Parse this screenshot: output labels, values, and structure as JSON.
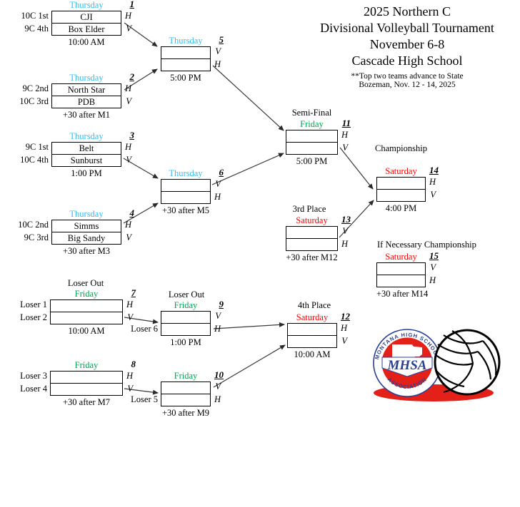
{
  "header": {
    "line1": "2025 Northern C",
    "line2": "Divisional Volleyball Tournament",
    "line3": "November 6-8",
    "line4": "Cascade High School",
    "note1": "**Top two teams advance to State",
    "note2": "Bozeman, Nov. 12 - 14, 2025"
  },
  "colors": {
    "thursday": "#33BEF2",
    "friday": "#00A651",
    "saturday": "#FF0000",
    "logo_red": "#E32119",
    "logo_blue": "#2B3F94"
  },
  "sections": {
    "semi_final": "Semi-Final",
    "championship": "Championship",
    "third_place": "3rd Place",
    "if_necessary": "If Necessary Championship",
    "fourth_place": "4th Place",
    "loser_out_a": "Loser Out",
    "loser_out_b": "Loser Out"
  },
  "matches": [
    {
      "number": "1",
      "day": "Thursday",
      "day_color": "#33BEF2",
      "time": "10:00 AM",
      "rows": [
        {
          "label": "10C 1st",
          "team": "CJI",
          "letter": "H"
        },
        {
          "label": "9C 4th",
          "team": "Box Elder",
          "letter": "V"
        }
      ]
    },
    {
      "number": "2",
      "day": "Thursday",
      "day_color": "#33BEF2",
      "time": "+30 after M1",
      "rows": [
        {
          "label": "9C 2nd",
          "team": "North Star",
          "letter": "H"
        },
        {
          "label": "10C 3rd",
          "team": "PDB",
          "letter": "V"
        }
      ]
    },
    {
      "number": "3",
      "day": "Thursday",
      "day_color": "#33BEF2",
      "time": "1:00 PM",
      "rows": [
        {
          "label": "9C 1st",
          "team": "Belt",
          "letter": "H"
        },
        {
          "label": "10C 4th",
          "team": "Sunburst",
          "letter": "V"
        }
      ]
    },
    {
      "number": "4",
      "day": "Thursday",
      "day_color": "#33BEF2",
      "time": "+30 after M3",
      "rows": [
        {
          "label": "10C 2nd",
          "team": "Simms",
          "letter": "H"
        },
        {
          "label": "9C 3rd",
          "team": "Big Sandy",
          "letter": "V"
        }
      ]
    },
    {
      "number": "5",
      "day": "Thursday",
      "day_color": "#33BEF2",
      "time": "5:00 PM",
      "rows": [
        {
          "label": "",
          "team": "",
          "letter": "V"
        },
        {
          "label": "",
          "team": "",
          "letter": "H"
        }
      ]
    },
    {
      "number": "6",
      "day": "Thursday",
      "day_color": "#33BEF2",
      "time": "+30 after M5",
      "rows": [
        {
          "label": "",
          "team": "",
          "letter": "V"
        },
        {
          "label": "",
          "team": "",
          "letter": "H"
        }
      ]
    },
    {
      "number": "7",
      "day": "Friday",
      "day_color": "#00A651",
      "time": "10:00 AM",
      "rows": [
        {
          "label": "Loser 1",
          "team": "",
          "letter": "H"
        },
        {
          "label": "Loser 2",
          "team": "",
          "letter": "V"
        }
      ]
    },
    {
      "number": "8",
      "day": "Friday",
      "day_color": "#00A651",
      "time": "+30 after M7",
      "rows": [
        {
          "label": "Loser 3",
          "team": "",
          "letter": "H"
        },
        {
          "label": "Loser 4",
          "team": "",
          "letter": "V"
        }
      ]
    },
    {
      "number": "9",
      "day": "Friday",
      "day_color": "#00A651",
      "time": "1:00 PM",
      "rows": [
        {
          "label": "",
          "team": "",
          "letter": "V"
        },
        {
          "label": "Loser 6",
          "team": "",
          "letter": "H"
        }
      ]
    },
    {
      "number": "10",
      "day": "Friday",
      "day_color": "#00A651",
      "time": "+30 after M9",
      "rows": [
        {
          "label": "",
          "team": "",
          "letter": "V"
        },
        {
          "label": "Loser 5",
          "team": "",
          "letter": "H"
        }
      ]
    },
    {
      "number": "11",
      "day": "Friday",
      "day_color": "#00A651",
      "time": "5:00 PM",
      "rows": [
        {
          "label": "",
          "team": "",
          "letter": "H"
        },
        {
          "label": "",
          "team": "",
          "letter": "V"
        }
      ]
    },
    {
      "number": "12",
      "day": "Saturday",
      "day_color": "#FF0000",
      "time": "10:00 AM",
      "rows": [
        {
          "label": "",
          "team": "",
          "letter": "H"
        },
        {
          "label": "",
          "team": "",
          "letter": "V"
        }
      ]
    },
    {
      "number": "13",
      "day": "Saturday",
      "day_color": "#FF0000",
      "time": "+30 after M12",
      "rows": [
        {
          "label": "",
          "team": "",
          "letter": "V"
        },
        {
          "label": "",
          "team": "",
          "letter": "H"
        }
      ]
    },
    {
      "number": "14",
      "day": "Saturday",
      "day_color": "#FF0000",
      "time": "4:00 PM",
      "rows": [
        {
          "label": "",
          "team": "",
          "letter": "H"
        },
        {
          "label": "",
          "team": "",
          "letter": "V"
        }
      ]
    },
    {
      "number": "15",
      "day": "Saturday",
      "day_color": "#FF0000",
      "time": "+30 after M14",
      "rows": [
        {
          "label": "",
          "team": "",
          "letter": "V"
        },
        {
          "label": "",
          "team": "",
          "letter": "H"
        }
      ]
    }
  ],
  "logo": {
    "arc_top": "MONTANA HIGH SCHOOL",
    "arc_bottom": "ASSOCIATION",
    "acronym": "MHSA"
  }
}
